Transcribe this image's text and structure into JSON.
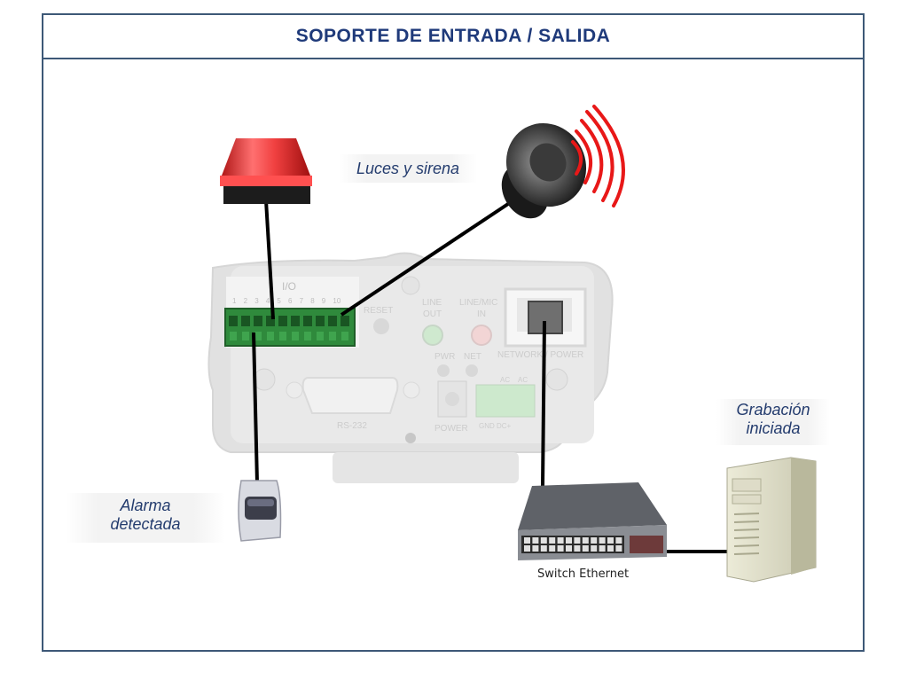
{
  "title": "SOPORTE DE ENTRADA / SALIDA",
  "labels": {
    "lights": "Luces y sirena",
    "alarm_line1": "Alarma",
    "alarm_line2": "detectada",
    "recording_line1": "Grabación",
    "recording_line2": "iniciada",
    "switch": "Switch Ethernet"
  },
  "camera_panel": {
    "io": "I/O",
    "pins": [
      "1",
      "2",
      "3",
      "4",
      "5",
      "6",
      "7",
      "8",
      "9",
      "10"
    ],
    "reset": "RESET",
    "line_out_1": "LINE",
    "line_out_2": "OUT",
    "line_mic_1": "LINE/MIC",
    "line_mic_2": "IN",
    "pwr": "PWR",
    "net": "NET",
    "network_power": "NETWORK / POWER",
    "rs232": "RS-232",
    "power": "POWER",
    "ac1": "AC",
    "ac2": "AC",
    "gnd_dc": "GND DC+"
  },
  "icons": [
    "warning-light-icon",
    "speaker-icon",
    "motion-sensor-icon",
    "ethernet-switch-icon",
    "server-tower-icon",
    "camera-back-panel"
  ]
}
